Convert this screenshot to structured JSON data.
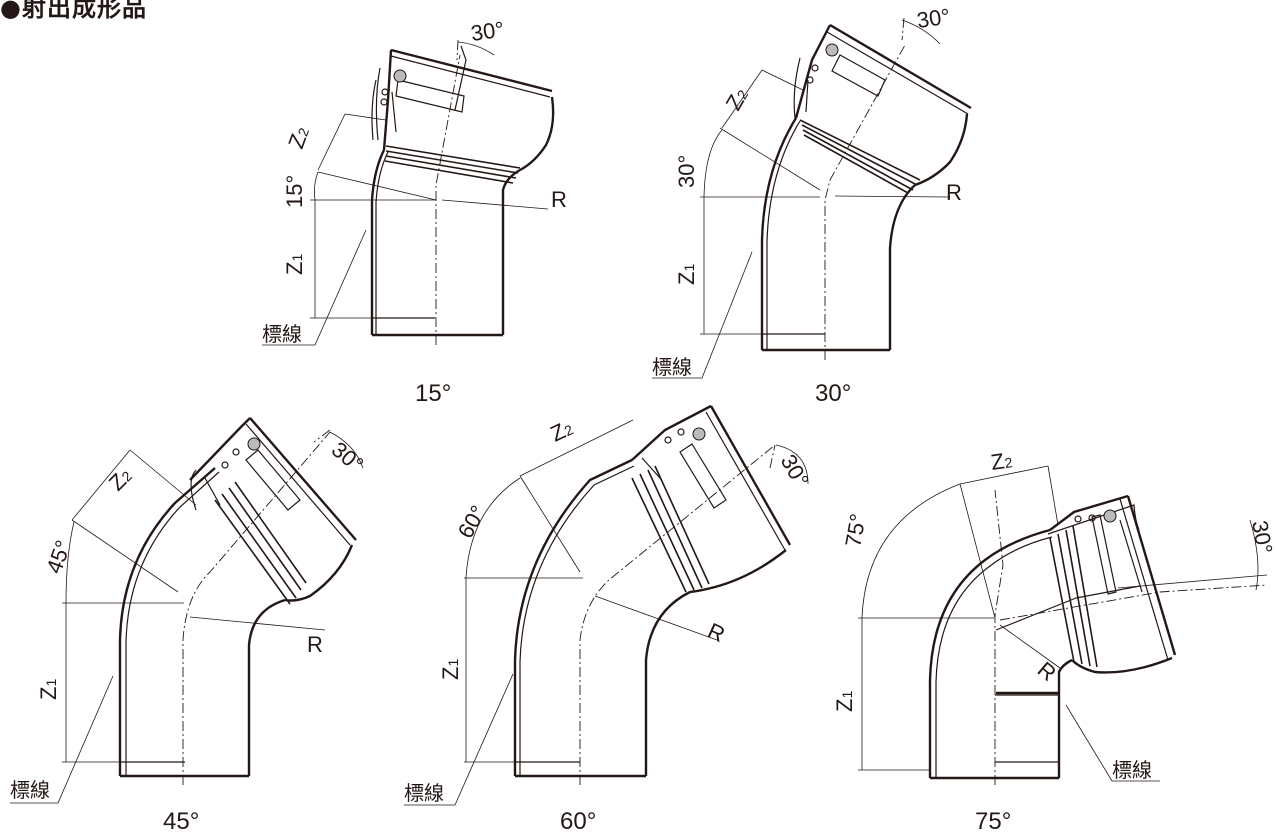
{
  "title": "●射出成形品",
  "figures": [
    {
      "id": "f15",
      "caption": "15°",
      "angle_label": "15°",
      "socket_label": "30°",
      "z1": "Z1",
      "z2": "Z2",
      "radius": "R",
      "marker": "標線"
    },
    {
      "id": "f30",
      "caption": "30°",
      "angle_label": "30°",
      "socket_label": "30°",
      "z1": "Z1",
      "z2": "Z2",
      "radius": "R",
      "marker": "標線"
    },
    {
      "id": "f45",
      "caption": "45°",
      "angle_label": "45°",
      "socket_label": "30°",
      "z1": "Z1",
      "z2": "Z2",
      "radius": "R",
      "marker": "標線"
    },
    {
      "id": "f60",
      "caption": "60°",
      "angle_label": "60°",
      "socket_label": "30°",
      "z1": "Z1",
      "z2": "Z2",
      "radius": "R",
      "marker": "標線"
    },
    {
      "id": "f75",
      "caption": "75°",
      "angle_label": "75°",
      "socket_label": "30°",
      "z1": "Z1",
      "z2": "Z2",
      "radius": "R",
      "marker": "標線"
    }
  ]
}
